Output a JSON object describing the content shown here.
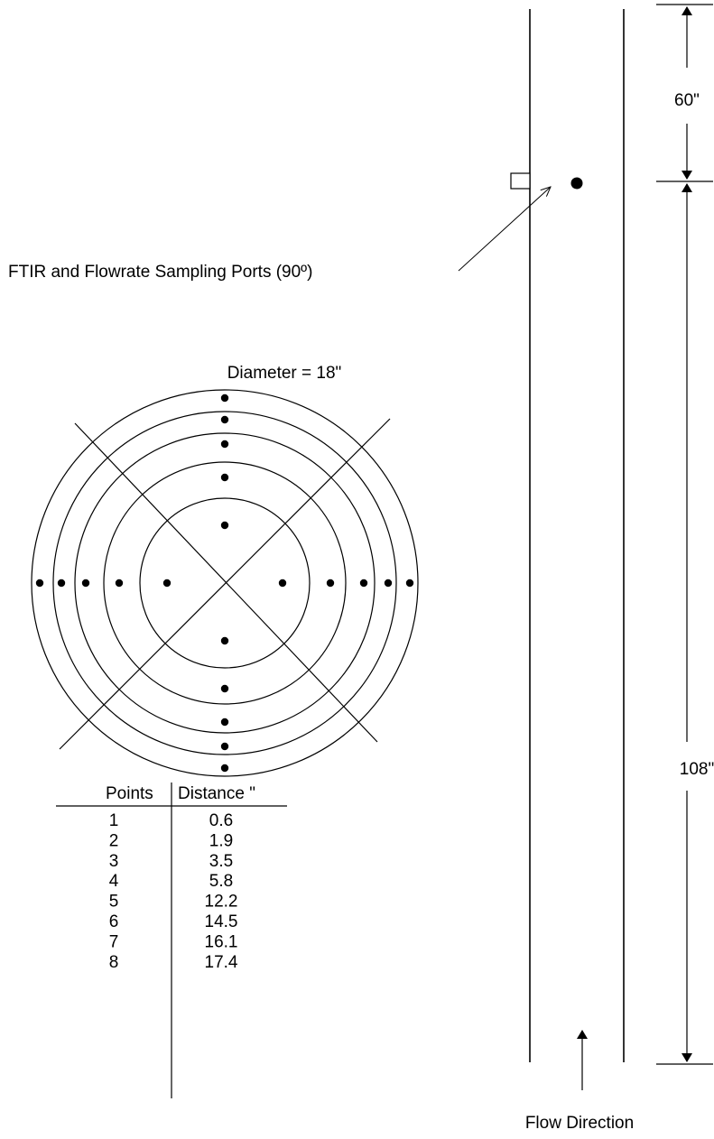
{
  "labels": {
    "port": "FTIR and Flowrate Sampling Ports (90º)",
    "diameter": "Diameter = 18\"",
    "upper_dimension": "60\"",
    "lower_dimension": "108\"",
    "flow": "Flow Direction"
  },
  "table": {
    "headers": [
      "Points",
      "Distance \""
    ],
    "rows": [
      {
        "point": "1",
        "distance": "0.6"
      },
      {
        "point": "2",
        "distance": "1.9"
      },
      {
        "point": "3",
        "distance": "3.5"
      },
      {
        "point": "4",
        "distance": "5.8"
      },
      {
        "point": "5",
        "distance": "12.2"
      },
      {
        "point": "6",
        "distance": "14.5"
      },
      {
        "point": "7",
        "distance": "16.1"
      },
      {
        "point": "8",
        "distance": "17.4"
      }
    ]
  }
}
